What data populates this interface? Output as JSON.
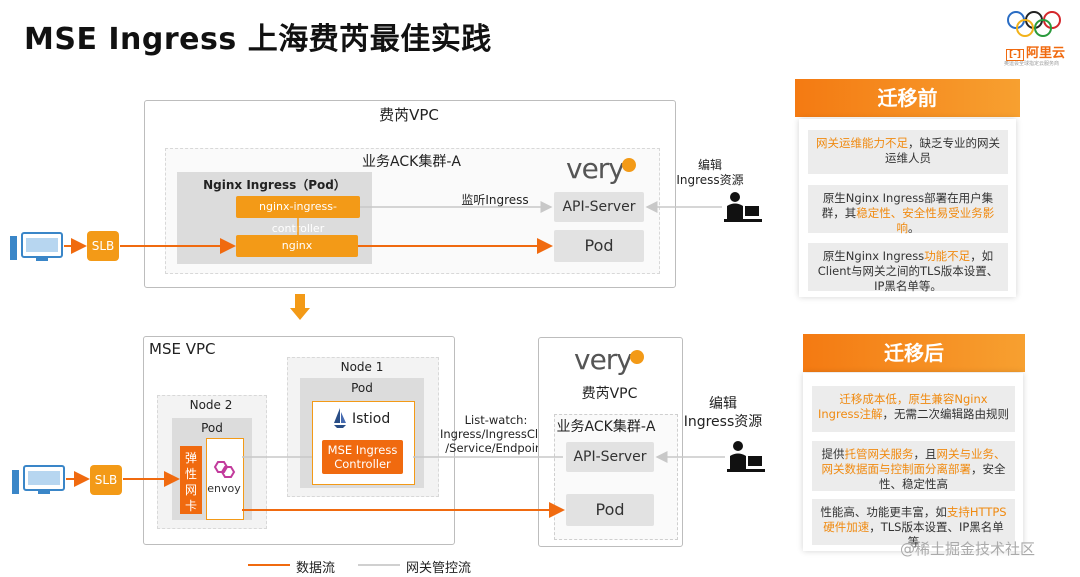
{
  "title": "MSE Ingress 上海费芮最佳实践",
  "logo": {
    "brand": "阿里云",
    "tagline": "奥运会全球指定云服务商"
  },
  "colors": {
    "orange": "#f39a17",
    "accent": "#f08a10",
    "gray": "#dcdcdc"
  },
  "top": {
    "vpc_label": "费芮VPC",
    "cluster_label": "业务ACK集群-A",
    "pod_group_label": "Nginx Ingress（Pod）",
    "controller_label": "nginx-ingress-controller",
    "nginx_label": "nginx",
    "watch_label": "监听Ingress",
    "api_server_label": "API-Server",
    "pod_label": "Pod",
    "edit_label_1": "编辑",
    "edit_label_2": "Ingress资源",
    "slb_label": "SLB",
    "very_logo": "very"
  },
  "bottom": {
    "vpc_label": "MSE VPC",
    "node2_label": "Node 2",
    "node2_pod_label": "Pod",
    "eni_label": "弹性网卡",
    "envoy_label": "envoy",
    "node1_label": "Node 1",
    "node1_pod_label": "Pod",
    "istiod_label": "Istiod",
    "controller_label_1": "MSE Ingress",
    "controller_label_2": "Controller",
    "watch_lines": [
      "List-watch:",
      "Ingress/IngressClass",
      "/Service/Endpoint"
    ],
    "right_vpc_label": "费芮VPC",
    "cluster_label": "业务ACK集群-A",
    "api_server_label": "API-Server",
    "pod_label": "Pod",
    "edit_label_1": "编辑",
    "edit_label_2": "Ingress资源",
    "slb_label": "SLB",
    "very_logo": "very"
  },
  "before": {
    "header": "迁移前",
    "cards": [
      {
        "hl": "网关运维能力不足",
        "rest": "，缺乏专业的网关运维人员"
      },
      {
        "pre": "原生Nginx Ingress部署在用户集群，其",
        "hl": "稳定性、安全性易受业务影响",
        "post": "。"
      },
      {
        "pre": "原生Nginx Ingress",
        "hl": "功能不足",
        "post": "，如Client与网关之间的TLS版本设置、IP黑名单等。"
      }
    ]
  },
  "after": {
    "header": "迁移后",
    "cards": [
      {
        "hl": "迁移成本低，原生兼容Nginx Ingress注解",
        "post": "，无需二次编辑路由规则"
      },
      {
        "pre": "提供",
        "hl": "托管网关服务",
        "mid": "，且",
        "hl2": "网关与业务、网关数据面与控制面分离部署",
        "post": "，安全性、稳定性高"
      },
      {
        "pre": "性能高、功能更丰富，如",
        "hl": "支持HTTPS硬件加速",
        "post": "，TLS版本设置、IP黑名单等"
      }
    ]
  },
  "legend": {
    "data_flow": "数据流",
    "control_flow": "网关管控流"
  },
  "watermark": "@稀土掘金技术社区"
}
